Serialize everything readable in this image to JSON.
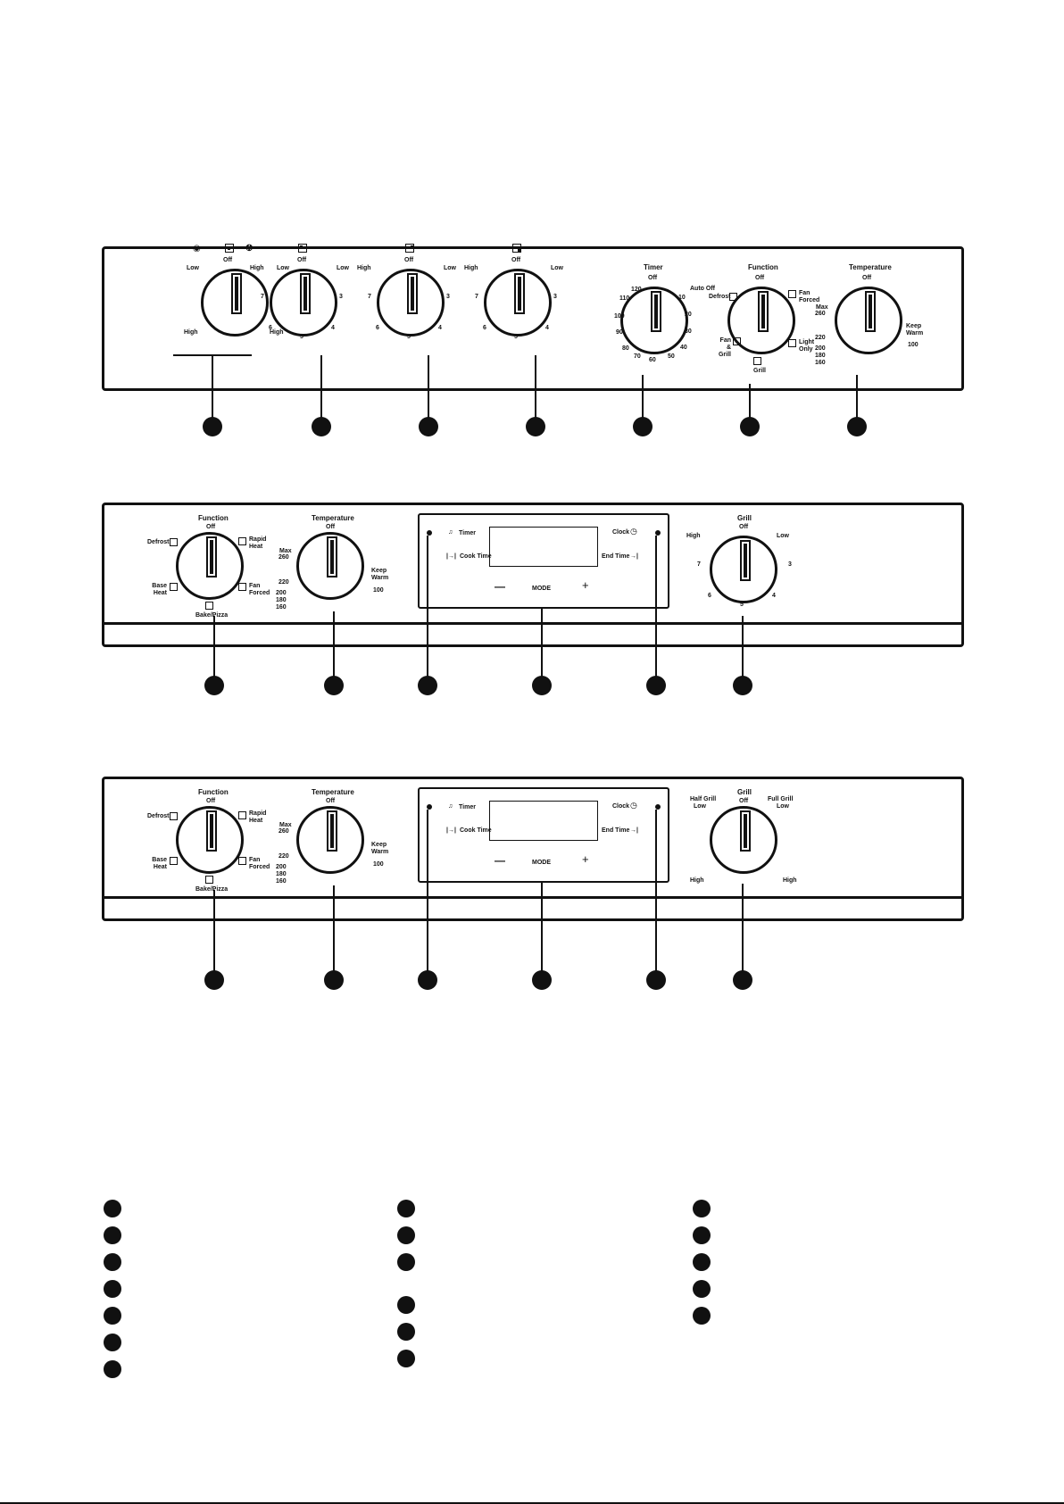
{
  "panel_a": {
    "hob_knobs": [
      {
        "top": "Off",
        "left": "Low",
        "right": "Low",
        "bottom_left": "High",
        "bottom_right": "High"
      },
      {
        "top": "Off",
        "left": "High",
        "right": "Low",
        "ticks": [
          "7",
          "3",
          "6",
          "5",
          "4"
        ]
      },
      {
        "top": "Off",
        "left": "High",
        "right": "Low",
        "ticks": [
          "7",
          "3",
          "6",
          "5",
          "4"
        ]
      },
      {
        "top": "Off",
        "left": "High",
        "right": "Low",
        "ticks": [
          "7",
          "3",
          "6",
          "5",
          "4"
        ]
      }
    ],
    "timer": {
      "title": "Timer",
      "off": "Off",
      "auto_off": "Auto Off",
      "marks": [
        "120",
        "10",
        "110",
        "20",
        "100",
        "30",
        "90",
        "40",
        "80",
        "50",
        "70",
        "60"
      ]
    },
    "function": {
      "title": "Function",
      "off": "Off",
      "defrost": "Defrost",
      "fan_forced": "Fan Forced",
      "fan_grill": "Fan & Grill",
      "light_only": "Light Only",
      "grill": "Grill"
    },
    "temperature": {
      "title": "Temperature",
      "off": "Off",
      "max": "Max",
      "marks": [
        "260",
        "220",
        "200",
        "180",
        "160"
      ],
      "keep_warm": "Keep Warm",
      "low": "100"
    }
  },
  "panel_b": {
    "function": {
      "title": "Function",
      "off": "Off",
      "defrost": "Defrost",
      "rapid_heat": "Rapid Heat",
      "base_heat": "Base Heat",
      "fan_forced": "Fan Forced",
      "bake_pizza": "Bake/Pizza"
    },
    "temperature": {
      "title": "Temperature",
      "off": "Off",
      "max": "Max",
      "marks": [
        "260",
        "220",
        "200",
        "180",
        "160"
      ],
      "keep_warm": "Keep Warm",
      "low": "100"
    },
    "display": {
      "timer": "Timer",
      "cook_time": "Cook Time",
      "clock": "Clock",
      "end_time": "End Time",
      "minus": "—",
      "mode": "MODE",
      "plus": "+"
    },
    "grill": {
      "title": "Grill",
      "off": "Off",
      "left": "High",
      "right": "Low",
      "ticks": [
        "7",
        "3",
        "6",
        "5",
        "4"
      ]
    }
  },
  "panel_c": {
    "function": {
      "title": "Function",
      "off": "Off",
      "defrost": "Defrost",
      "rapid_heat": "Rapid Heat",
      "base_heat": "Base Heat",
      "fan_forced": "Fan Forced",
      "bake_pizza": "Bake/Pizza"
    },
    "temperature": {
      "title": "Temperature",
      "off": "Off",
      "max": "Max",
      "marks": [
        "260",
        "220",
        "200",
        "180",
        "160"
      ],
      "keep_warm": "Keep Warm",
      "low": "100"
    },
    "display": {
      "timer": "Timer",
      "cook_time": "Cook Time",
      "clock": "Clock",
      "end_time": "End Time",
      "minus": "—",
      "mode": "MODE",
      "plus": "+"
    },
    "grill": {
      "title": "Grill",
      "off": "Off",
      "half_grill": "Half Grill",
      "full_grill": "Full Grill",
      "low_l": "Low",
      "low_r": "Low",
      "high_l": "High",
      "high_r": "High"
    }
  }
}
